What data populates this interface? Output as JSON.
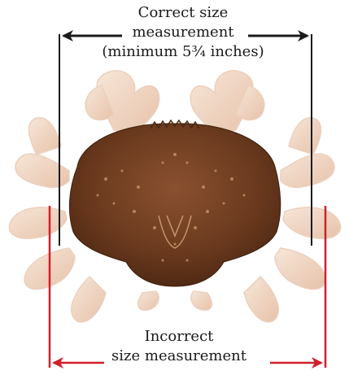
{
  "colors": {
    "correct_measure": "#1a1a1a",
    "incorrect_measure": "#d0202a",
    "shell": "#6b3a1e",
    "legs": "#f0d6c0",
    "background": "#ffffff"
  },
  "correct": {
    "line1": "Correct size",
    "line2": "measurement",
    "line3": "(minimum 5¾ inches)"
  },
  "incorrect": {
    "line1": "Incorrect",
    "line2": "size measurement"
  },
  "image": {
    "subject": "dungeness-crab"
  }
}
